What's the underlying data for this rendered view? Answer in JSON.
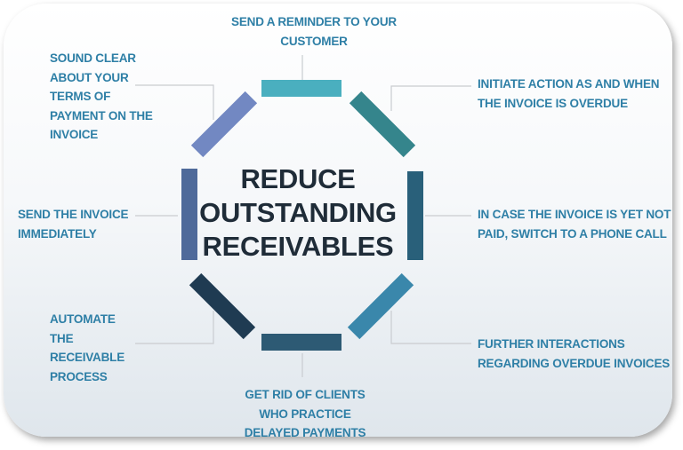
{
  "title": {
    "line1": "REDUCE",
    "line2": "OUTSTANDING",
    "line3": "RECEIVABLES"
  },
  "steps": [
    {
      "line1": "SEND A REMINDER TO YOUR",
      "line2": "CUSTOMER",
      "color": "#4aafbf"
    },
    {
      "line1": "INITIATE ACTION AS AND WHEN",
      "line2": "THE INVOICE IS OVERDUE",
      "color": "#35858c"
    },
    {
      "line1": "IN CASE THE INVOICE IS YET NOT",
      "line2": "PAID, SWITCH TO A PHONE CALL",
      "color": "#29607a"
    },
    {
      "line1": "FURTHER INTERACTIONS",
      "line2": "REGARDING OVERDUE INVOICES",
      "color": "#3a87ab"
    },
    {
      "line1": "GET RID OF CLIENTS",
      "line2": "WHO PRACTICE",
      "line3": "DELAYED PAYMENTS",
      "color": "#2d5a74"
    },
    {
      "line1": "AUTOMATE",
      "line2": "THE",
      "line3": "RECEIVABLE",
      "line4": "PROCESS",
      "color": "#1f3b52"
    },
    {
      "line1": "SEND THE INVOICE",
      "line2": "IMMEDIATELY",
      "color": "#4f6a9a"
    },
    {
      "line1": "SOUND CLEAR",
      "line2": "ABOUT YOUR",
      "line3": "TERMS OF",
      "line4": "PAYMENT ON THE",
      "line5": "INVOICE",
      "color": "#7288c2"
    }
  ]
}
